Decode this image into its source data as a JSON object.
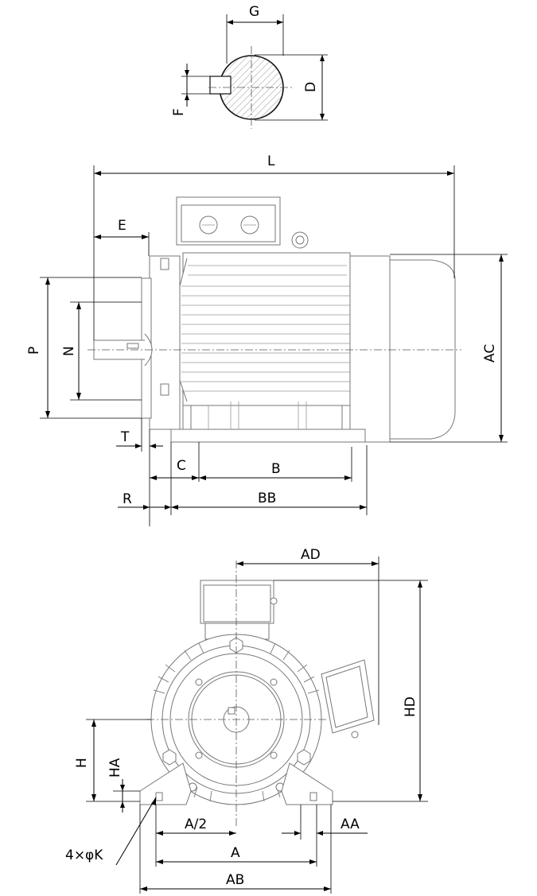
{
  "labels": {
    "G": "G",
    "D": "D",
    "F": "F",
    "L": "L",
    "E": "E",
    "P": "P",
    "N": "N",
    "AC": "AC",
    "T": "T",
    "C": "C",
    "B": "B",
    "R": "R",
    "BB": "BB",
    "AD": "AD",
    "HD": "HD",
    "H": "H",
    "HA": "HA",
    "A_half": "A/2",
    "AA": "AA",
    "K": "4×φK",
    "A": "A",
    "AB": "AB"
  }
}
